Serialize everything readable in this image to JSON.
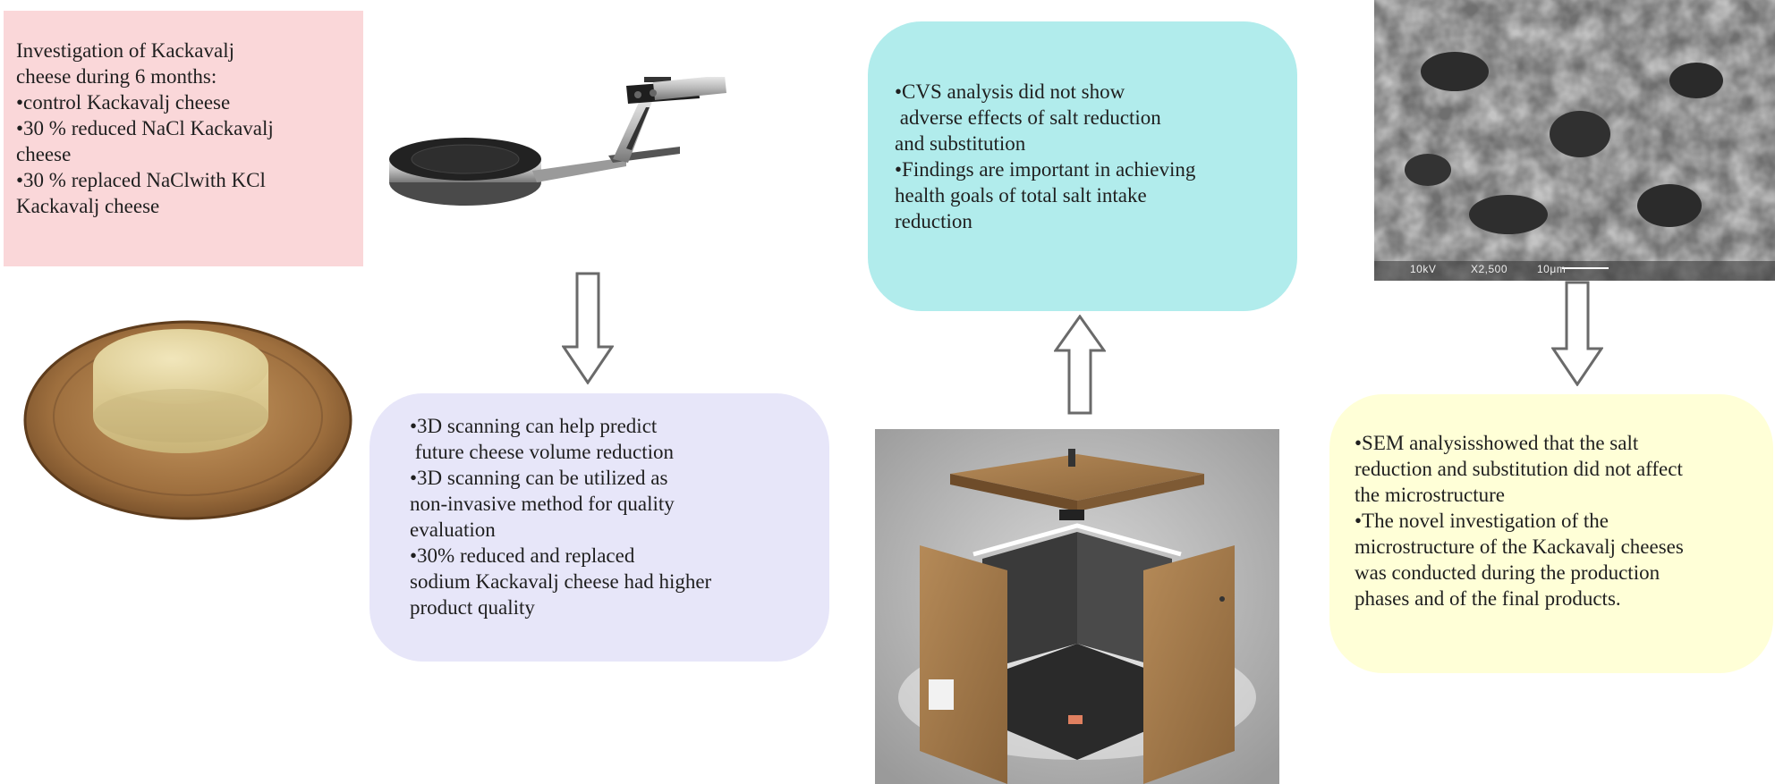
{
  "intro_box": {
    "lines": [
      "Investigation of Kackavalj",
      "cheese during 6 months:",
      "•control Kackavalj cheese",
      "•30 % reduced NaCl Kackavalj",
      "cheese",
      "•30 % replaced NaClwith KCl",
      "Kackavalj cheese"
    ]
  },
  "scanning_box": {
    "lines": [
      "•3D scanning can help predict",
      " future cheese volume reduction",
      "•3D scanning can be utilized as",
      "non-invasive method for quality",
      "evaluation",
      "•30% reduced and replaced",
      "sodium Kackavalj cheese had higher",
      "product quality"
    ]
  },
  "cvs_box": {
    "lines": [
      "•CVS analysis did not show",
      " adverse effects of salt reduction",
      "and substitution",
      "•Findings are important in achieving",
      "health goals of total salt intake",
      "reduction"
    ]
  },
  "sem_box": {
    "lines": [
      "•SEM analysisshowed that the salt",
      "reduction and substitution did not affect",
      "the microstructure",
      "•The novel investigation of the",
      "microstructure of the Kackavalj cheeses",
      "was conducted during the production",
      "phases and of the final products."
    ]
  },
  "sem_image": {
    "label_kv": "10kV",
    "label_mag": "X2,500",
    "label_scale": "10μm"
  },
  "icons": {
    "arrow_down_1": "hollow-arrow-down-icon",
    "arrow_up": "hollow-arrow-up-icon",
    "arrow_down_2": "hollow-arrow-down-icon"
  },
  "colors": {
    "intro_bg": "#fad7d9",
    "scanning_bg": "#e7e6f9",
    "cvs_bg": "#b1ecec",
    "sem_bg": "#ffffd7"
  }
}
